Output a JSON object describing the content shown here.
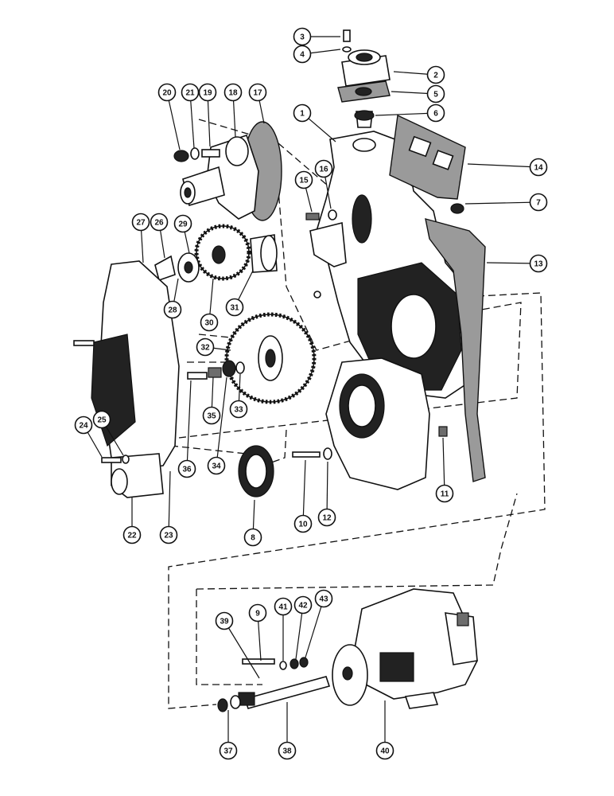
{
  "diagram": {
    "callouts": [
      "1",
      "2",
      "3",
      "4",
      "5",
      "6",
      "7",
      "8",
      "9",
      "10",
      "11",
      "12",
      "13",
      "14",
      "15",
      "16",
      "17",
      "18",
      "19",
      "20",
      "21",
      "22",
      "23",
      "24",
      "25",
      "26",
      "27",
      "28",
      "29",
      "30",
      "31",
      "32",
      "33",
      "34",
      "35",
      "36",
      "37",
      "38",
      "39",
      "40",
      "41",
      "42",
      "43"
    ]
  }
}
